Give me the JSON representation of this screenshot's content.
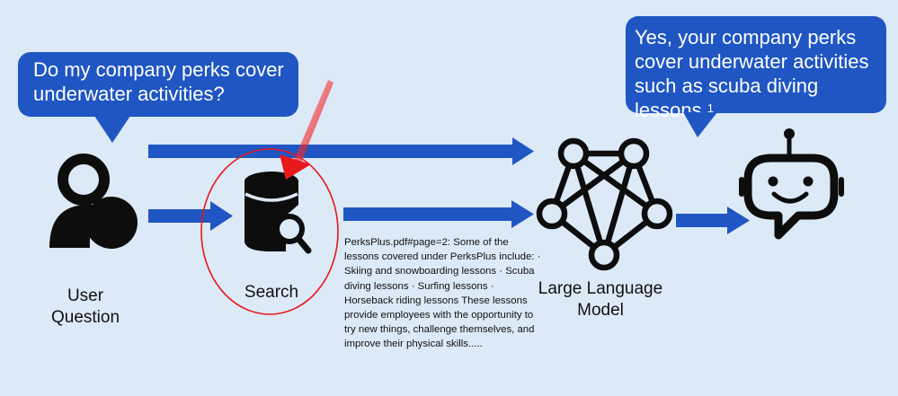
{
  "question_bubble": {
    "text": "Do my company perks cover underwater activities?"
  },
  "answer_bubble": {
    "text": "Yes, your company perks cover underwater activities such as scuba diving lessons",
    "citation": "1"
  },
  "labels": {
    "user": [
      "User",
      "Question"
    ],
    "search": "Search",
    "llm": [
      "Large Language",
      "Model"
    ]
  },
  "snippet": "PerksPlus.pdf#page=2: Some of the lessons covered under PerksPlus include: · Skiing and snowboarding lessons · Scuba diving lessons · Surfing lessons · Horseback riding lessons These lessons provide employees with the opportunity to try new things, challenge themselves, and improve their physical skills.....",
  "colors": {
    "bubble": "#1f56c3",
    "arrow": "#1f56c3",
    "highlight": "#e8191b",
    "background": "#dce9f7",
    "icon": "#0d0d0d"
  },
  "icons": [
    "user-icon",
    "database-search-icon",
    "network-icon",
    "bot-icon"
  ]
}
